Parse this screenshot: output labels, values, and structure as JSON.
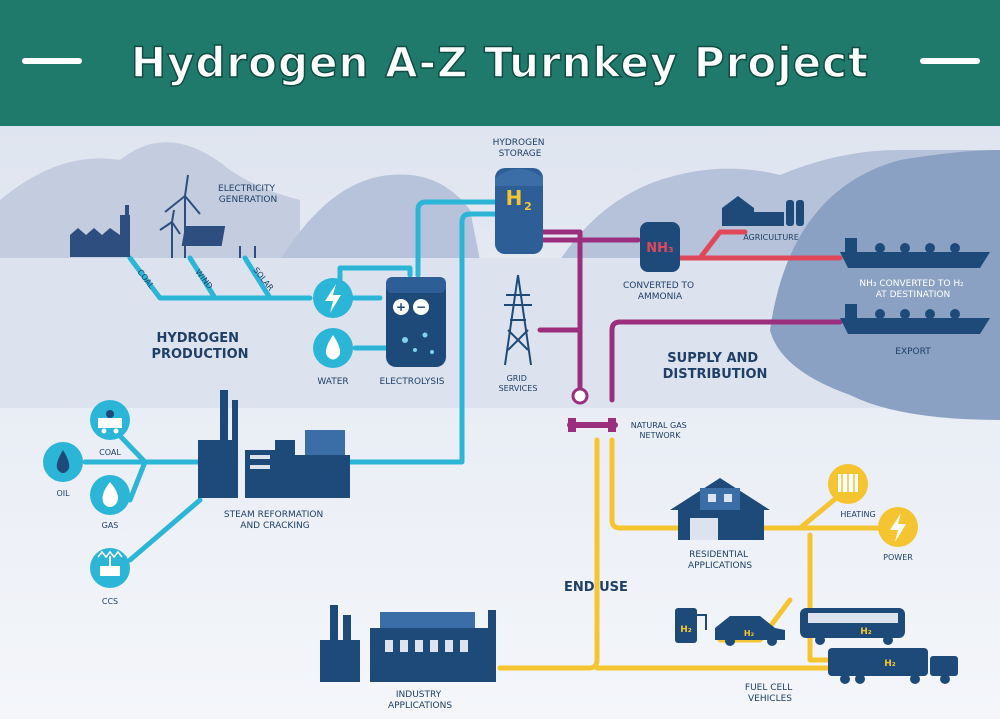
{
  "banner": {
    "title": "Hydrogen A-Z Turnkey Project",
    "background_color": "#1f7a6c",
    "text_color": "#ffffff"
  },
  "colors": {
    "blue_pipe": "#2bb5d6",
    "magenta_pipe": "#9b2f7d",
    "yellow_pipe": "#f5c431",
    "red_pipe": "#e0485a",
    "navy": "#1e4a7a",
    "label": "#1f3f66"
  },
  "sections": {
    "hydrogen_production": [
      "HYDROGEN",
      "PRODUCTION"
    ],
    "supply_distribution": [
      "SUPPLY AND",
      "DISTRIBUTION"
    ],
    "end_use": "END USE"
  },
  "labels": {
    "electricity_generation": [
      "ELECTRICITY",
      "GENERATION"
    ],
    "coal_pipe": "COAL",
    "wind": "WIND",
    "solar": "SOLAR",
    "water": "WATER",
    "electrolysis": "ELECTROLYSIS",
    "hydrogen_storage": [
      "HYDROGEN",
      "STORAGE"
    ],
    "grid_services": [
      "GRID",
      "SERVICES"
    ],
    "converted_to_ammonia": [
      "CONVERTED TO",
      "AMMONIA"
    ],
    "agriculture": "AGRICULTURE",
    "nh3_converted": [
      "NH₃ CONVERTED TO H₂",
      "AT DESTINATION"
    ],
    "export": "EXPORT",
    "natural_gas_network": [
      "NATURAL GAS",
      "NETWORK"
    ],
    "coal": "COAL",
    "oil": "OIL",
    "gas": "GAS",
    "ccs": "CCS",
    "steam_reformation": [
      "STEAM REFORMATION",
      "AND CRACKING"
    ],
    "residential": [
      "RESIDENTIAL",
      "APPLICATIONS"
    ],
    "heating": "HEATING",
    "power": "POWER",
    "industry": [
      "INDUSTRY",
      "APPLICATIONS"
    ],
    "fuel_cell_vehicles": [
      "FUEL CELL",
      "VEHICLES"
    ]
  },
  "symbols": {
    "h2": "H₂",
    "nh3": "NH₃",
    "storage_h": "H",
    "storage_sub": "2",
    "electrolyzer_plus": "+",
    "electrolyzer_minus": "−"
  }
}
